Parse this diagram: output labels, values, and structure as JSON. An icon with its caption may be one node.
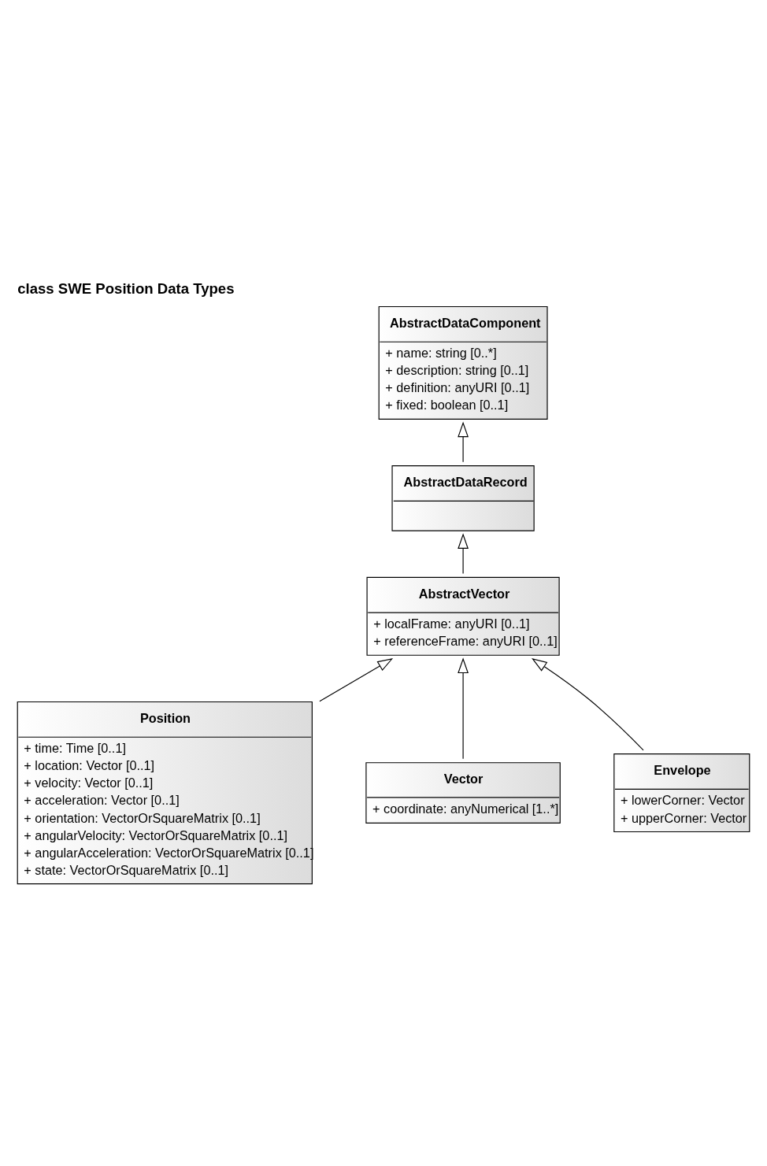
{
  "diagram": {
    "title": "class SWE Position Data Types",
    "nodes": [
      {
        "text": [
          "AbstractDataComponent",
          "+ name: string [0..*]",
          "+ description: string [0..1]",
          "+ definition: anyURI [0..1]",
          "+ fixed: boolean [0..1]"
        ]
      },
      {
        "text": [
          "AbstractDataRecord"
        ]
      },
      {
        "text": [
          "AbstractVector",
          "+ localFrame: anyURI [0..1]",
          "+ referenceFrame: anyURI [0..1]"
        ]
      },
      {
        "text": [
          "Position",
          "+ time: Time [0..1]",
          "+ location: Vector [0..1]",
          "+ velocity: Vector [0..1]",
          "+ acceleration: Vector [0..1]",
          "+ orientation: VectorOrSquareMatrix [0..1]",
          "+ angularVelocity: VectorOrSquareMatrix [0..1]",
          "+ angularAcceleration: VectorOrSquareMatrix [0..1]",
          "+ state: VectorOrSquareMatrix [0..1]"
        ]
      },
      {
        "text": [
          "Vector",
          "+ coordinate: anyNumerical [1..*]"
        ]
      },
      {
        "text": [
          "Envelope",
          "+ lowerCorner: Vector",
          "+ upperCorner: Vector"
        ]
      }
    ],
    "edges": [
      {
        "from": 1,
        "to": 0,
        "arrow": "to"
      },
      {
        "from": 2,
        "to": 1,
        "arrow": "to"
      },
      {
        "from": 3,
        "to": 2,
        "arrow": "to"
      },
      {
        "from": 4,
        "to": 2,
        "arrow": "to"
      },
      {
        "from": 5,
        "to": 2,
        "arrow": "to"
      }
    ]
  }
}
